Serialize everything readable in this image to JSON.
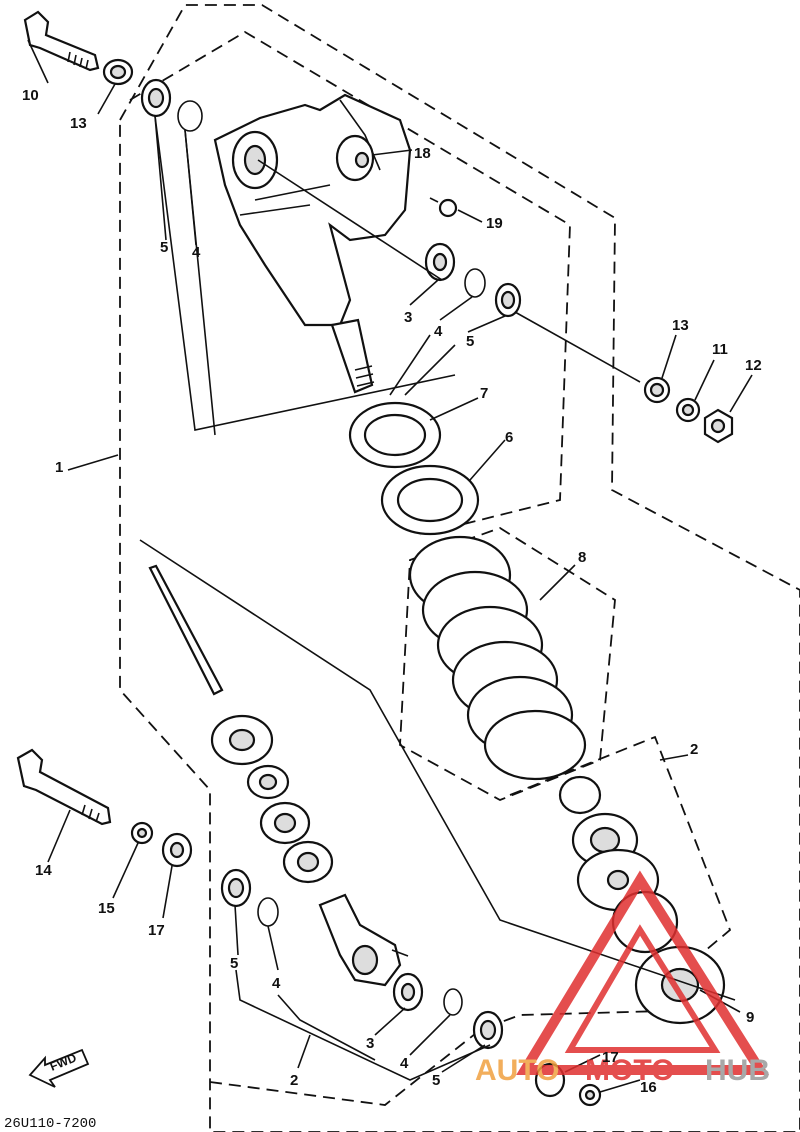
{
  "diagram": {
    "code": "26U110-7200",
    "fwd": "FWD",
    "watermark": {
      "part1": "AUTO",
      "part2": "MOTO",
      "part3": "HUB",
      "color_red": "#e03030",
      "color_orange": "#f0a040",
      "color_gray": "#999999"
    },
    "callouts": {
      "c1": "1",
      "c2a": "2",
      "c2b": "2",
      "c3a": "3",
      "c3b": "3",
      "c4a": "4",
      "c4b": "4",
      "c4c": "4",
      "c4d": "4",
      "c5a": "5",
      "c5b": "5",
      "c5c": "5",
      "c5d": "5",
      "c6": "6",
      "c7": "7",
      "c8": "8",
      "c9": "9",
      "c10": "10",
      "c11": "11",
      "c12": "12",
      "c13a": "13",
      "c13b": "13",
      "c14": "14",
      "c15": "15",
      "c16": "16",
      "c17a": "17",
      "c17b": "17",
      "c18": "18",
      "c19": "19"
    }
  }
}
